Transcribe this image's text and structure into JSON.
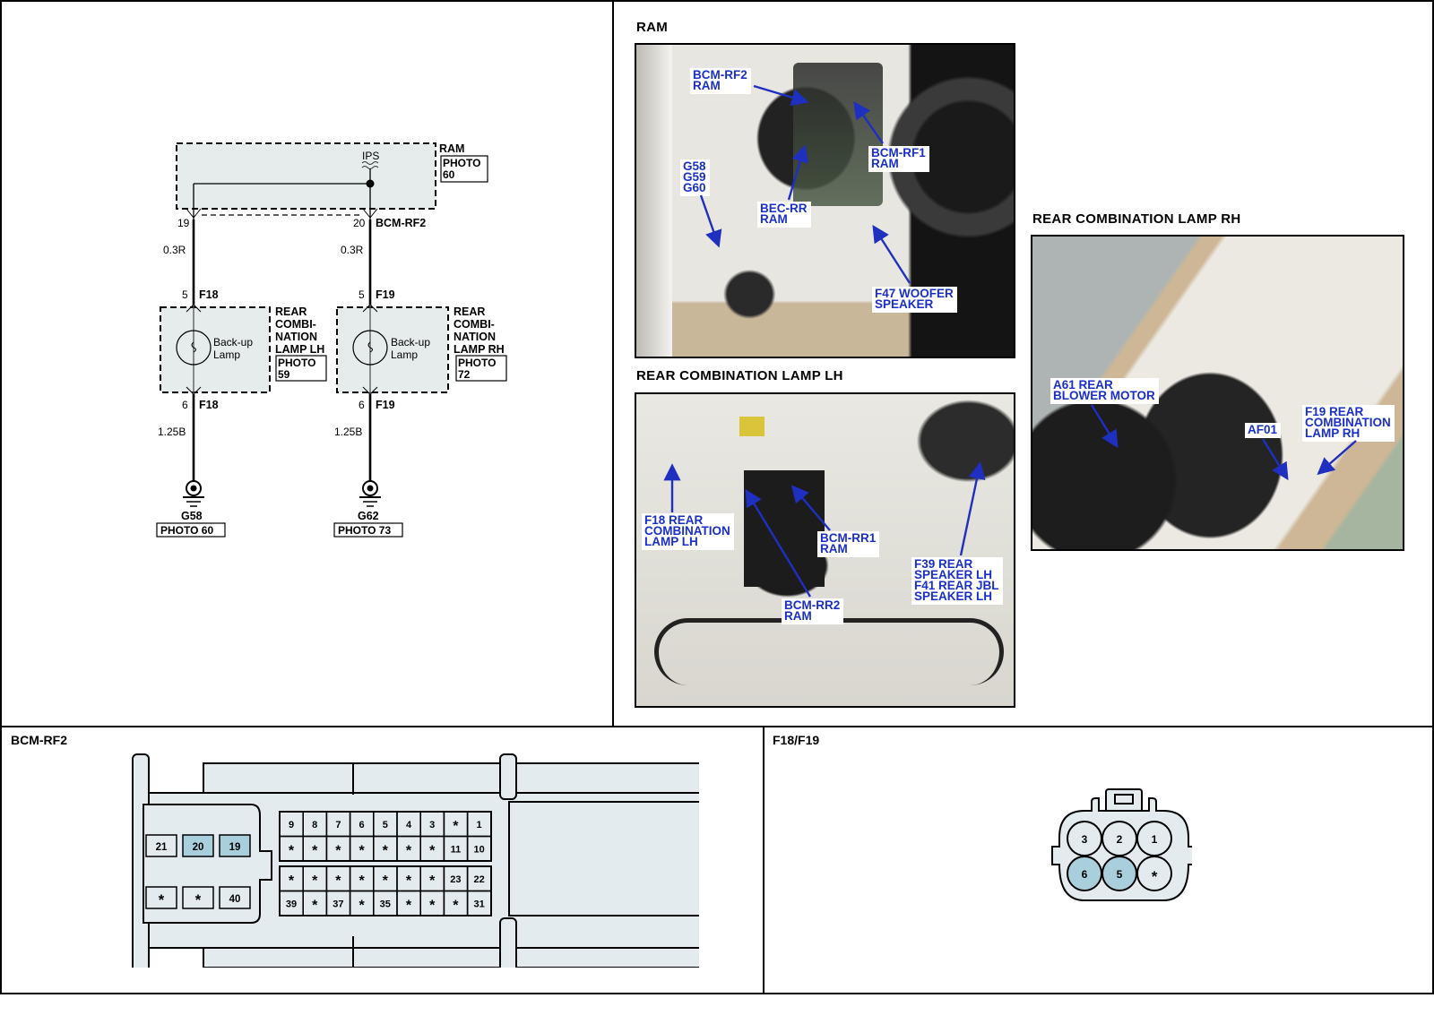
{
  "schematic": {
    "module_label": "RAM",
    "module_photo": "PHOTO\n60",
    "module_photo_line1": "PHOTO",
    "module_photo_line2": "60",
    "ips_label": "IPS",
    "pin_left": "19",
    "pin_right": "20",
    "connector_top": "BCM-RF2",
    "wire_top_left": "0.3R",
    "wire_top_right": "0.3R",
    "lamp_left": {
      "pin_in": "5",
      "conn_in": "F18",
      "pin_out": "6",
      "conn_out": "F18",
      "lamp_label_1": "Back-up",
      "lamp_label_2": "Lamp",
      "name_1": "REAR",
      "name_2": "COMBI-",
      "name_3": "NATION",
      "name_4": "LAMP LH",
      "photo_1": "PHOTO",
      "photo_2": "59",
      "wire_bottom": "1.25B",
      "ground": "G58",
      "ground_photo": "PHOTO 60"
    },
    "lamp_right": {
      "pin_in": "5",
      "conn_in": "F19",
      "pin_out": "6",
      "conn_out": "F19",
      "lamp_label_1": "Back-up",
      "lamp_label_2": "Lamp",
      "name_1": "REAR",
      "name_2": "COMBI-",
      "name_3": "NATION",
      "name_4": "LAMP RH",
      "photo_1": "PHOTO",
      "photo_2": "72",
      "wire_bottom": "1.25B",
      "ground": "G62",
      "ground_photo": "PHOTO 73"
    }
  },
  "photos": {
    "ram": {
      "title": "RAM",
      "callouts": {
        "bcm_rf2": "BCM-RF2\nRAM",
        "bcm_rf1": "BCM-RF1\nRAM",
        "grounds": "G58\nG59\nG60",
        "bec_rr": "BEC-RR\nRAM",
        "f47": "F47 WOOFER\nSPEAKER"
      }
    },
    "lamp_lh": {
      "title": "REAR COMBINATION LAMP LH",
      "callouts": {
        "f18": "F18 REAR\nCOMBINATION\nLAMP LH",
        "bcm_rr1": "BCM-RR1\nRAM",
        "bcm_rr2": "BCM-RR2\nRAM",
        "f39_f41": "F39 REAR\nSPEAKER LH\nF41 REAR JBL\nSPEAKER LH"
      }
    },
    "lamp_rh": {
      "title": "REAR COMBINATION LAMP RH",
      "callouts": {
        "a61": "A61 REAR\nBLOWER MOTOR",
        "af01": "AF01",
        "f19": "F19 REAR\nCOMBINATION\nLAMP RH"
      }
    }
  },
  "connectors": {
    "bcm_rf2": {
      "title": "BCM-RF2",
      "left_block": {
        "row1": [
          "21",
          "20",
          "19"
        ],
        "row2": [
          "*",
          "*",
          "40"
        ],
        "highlighted": [
          "20",
          "19"
        ]
      },
      "grid_top": {
        "row1": [
          "9",
          "8",
          "7",
          "6",
          "5",
          "4",
          "3",
          "*",
          "1"
        ],
        "row2": [
          "*",
          "*",
          "*",
          "*",
          "*",
          "*",
          "*",
          "11",
          "10"
        ]
      },
      "grid_bottom": {
        "row1": [
          "*",
          "*",
          "*",
          "*",
          "*",
          "*",
          "*",
          "23",
          "22"
        ],
        "row2": [
          "39",
          "*",
          "37",
          "*",
          "35",
          "*",
          "*",
          "*",
          "31"
        ]
      }
    },
    "f18_f19": {
      "title": "F18/F19",
      "row1": [
        "3",
        "2",
        "1"
      ],
      "row2": [
        "6",
        "5",
        "*"
      ],
      "highlighted": [
        "6",
        "5"
      ]
    }
  },
  "colors": {
    "callout_text": "#1a2fc8",
    "arrow": "#1f2fbf",
    "connector_fill": "#e3ebee",
    "pin_highlight": "#a9cfdc",
    "module_fill": "#e6ebec"
  }
}
